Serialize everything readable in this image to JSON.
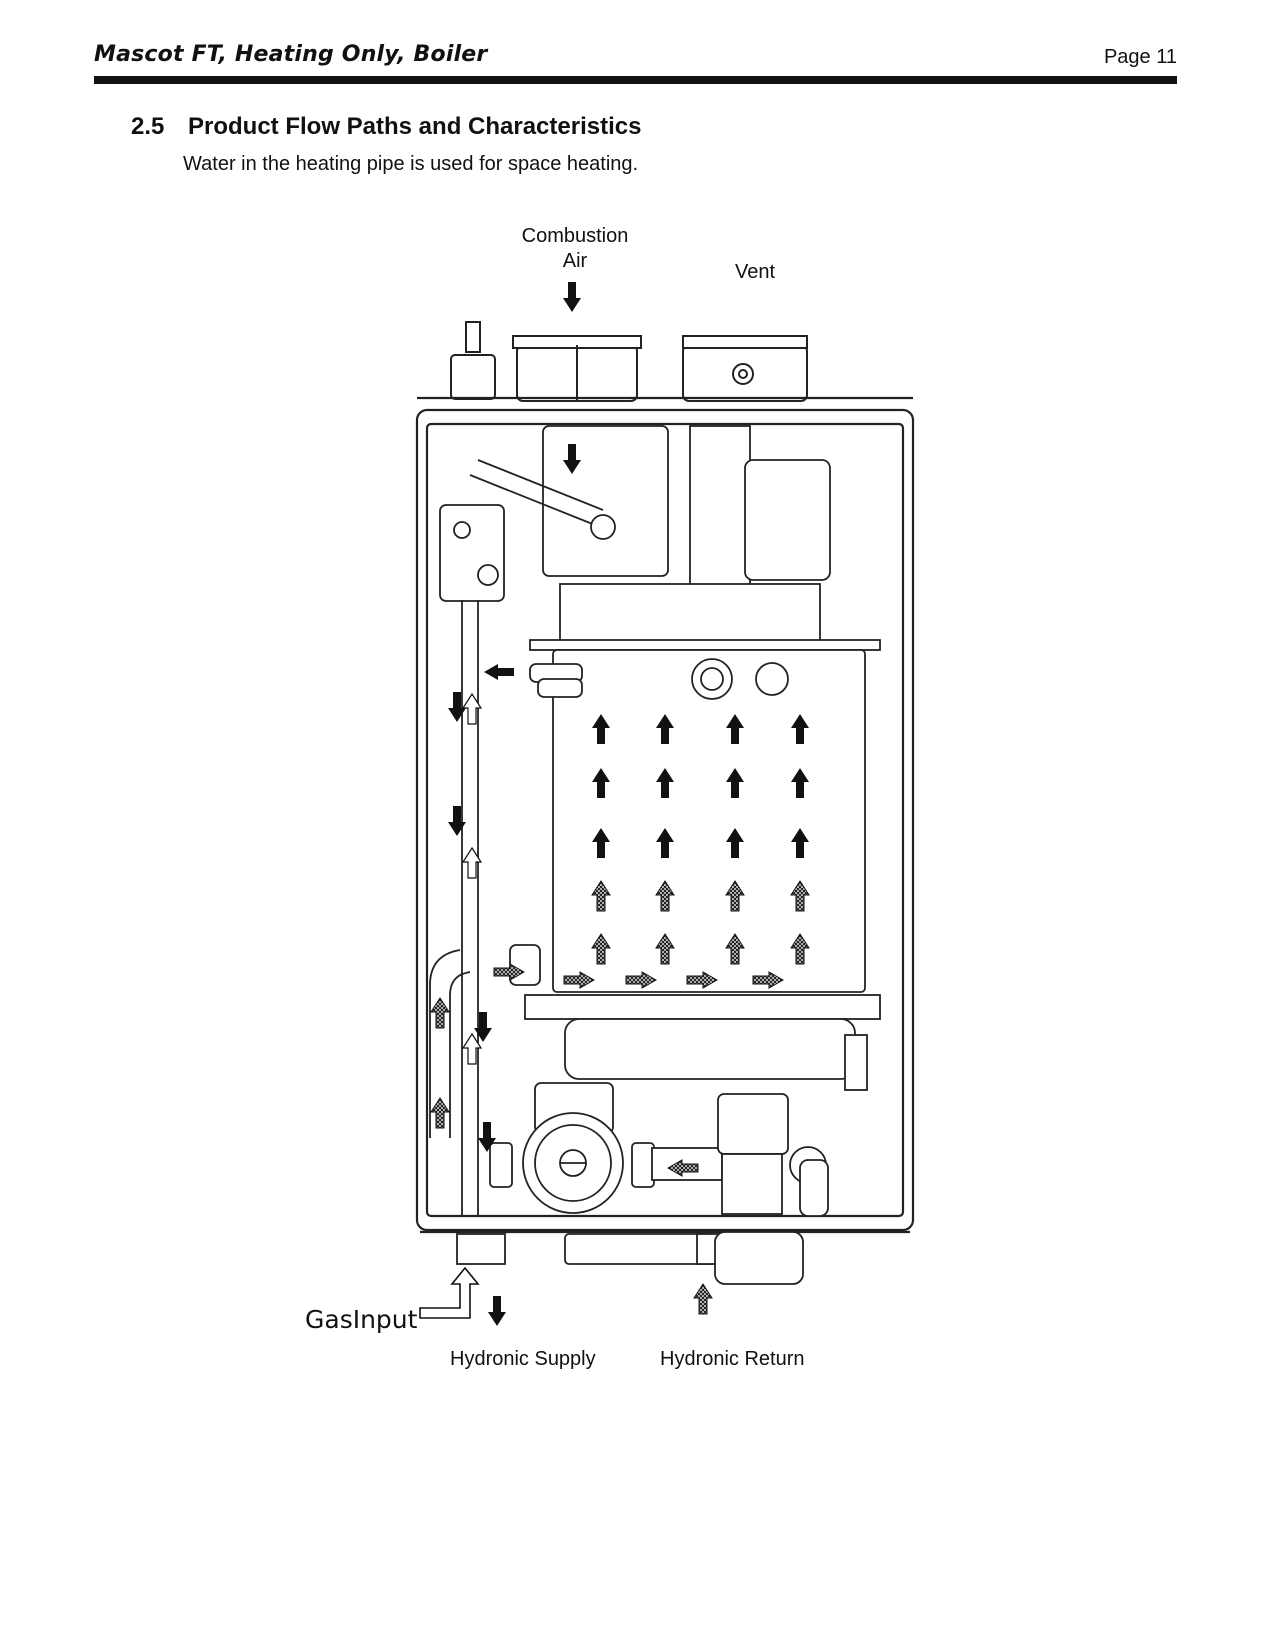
{
  "header": {
    "title": "Mascot FT, Heating Only, Boiler",
    "page": "Page 11"
  },
  "section": {
    "number": "2.5",
    "title": "Product Flow Paths and Characteristics",
    "intro": "Water in the heating pipe is used for space heating."
  },
  "diagram": {
    "labels": {
      "combustion_air_1": "Combustion",
      "combustion_air_2": "Air",
      "vent": "Vent",
      "gas_input": "GasInput",
      "hydronic_supply": "Hydronic Supply",
      "hydronic_return": "Hydronic Return"
    }
  }
}
